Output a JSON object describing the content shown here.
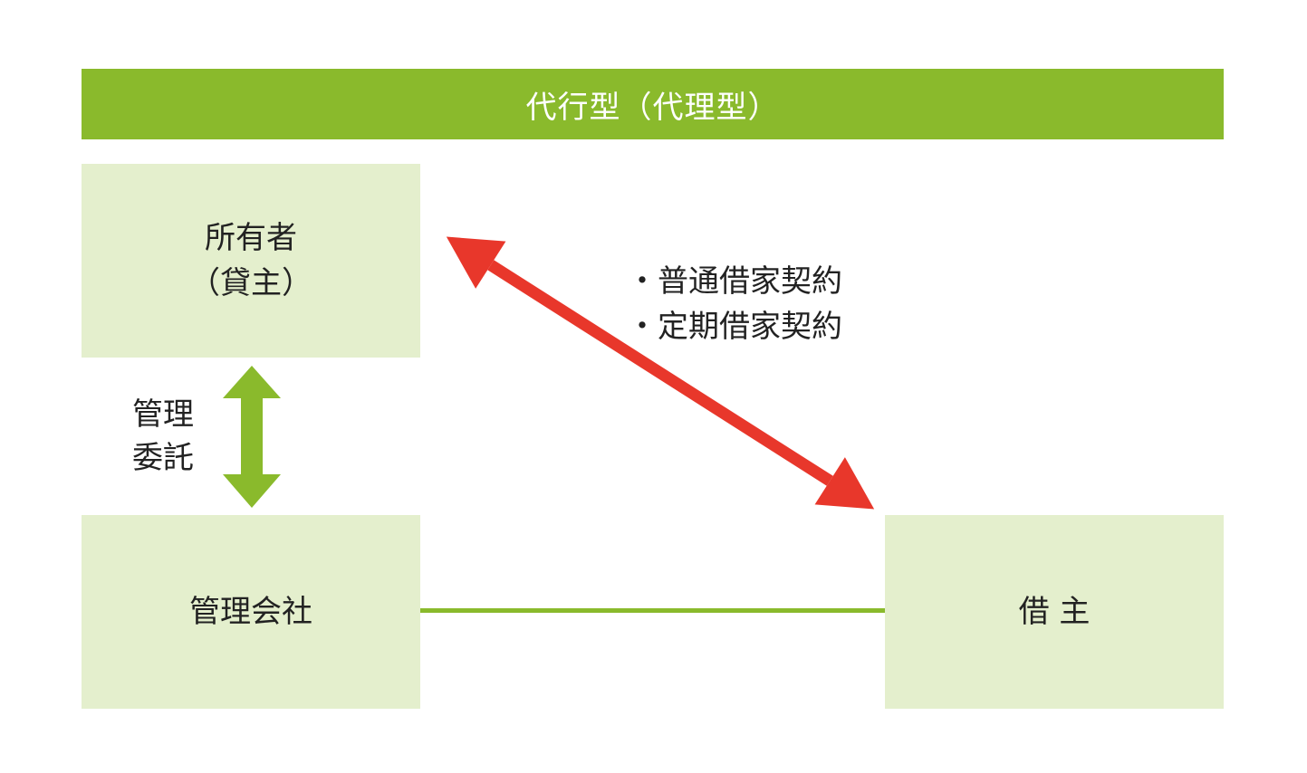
{
  "title": "代行型（代理型）",
  "nodes": {
    "owner": {
      "line1": "所有者",
      "line2": "（貸主）"
    },
    "management_company": {
      "label": "管理会社"
    },
    "tenant": {
      "label": "借 主"
    }
  },
  "relations": {
    "management_entrustment": {
      "line1": "管理",
      "line2": "委託"
    },
    "contracts": {
      "line1": "・普通借家契約",
      "line2": "・定期借家契約"
    }
  },
  "colors": {
    "accent_green": "#8aba2c",
    "box_fill": "#e4efcd",
    "contract_arrow": "#e8372b"
  }
}
